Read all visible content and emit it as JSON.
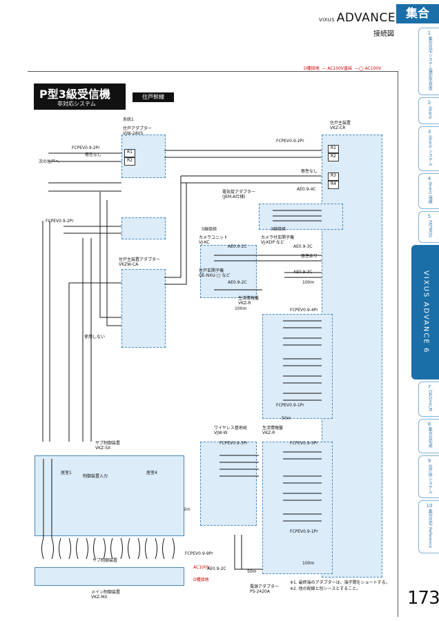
{
  "header": {
    "brand_prefix": "VIXUS",
    "brand": "ADVANCE",
    "section": "集合",
    "subtitle": "接続図",
    "page_number": "173"
  },
  "sidebar": {
    "tabs": [
      {
        "num": "1",
        "label": "集合住宅システム選定早見表"
      },
      {
        "num": "2",
        "label": "dearis"
      },
      {
        "num": "3",
        "label": "dearis システム"
      },
      {
        "num": "4",
        "label": "dearis 保護"
      },
      {
        "num": "5",
        "label": "PATMOG"
      },
      {
        "num": "6",
        "label": "VIXUS ADVANCE",
        "active": true
      },
      {
        "num": "7",
        "label": "DAiSHeLM"
      },
      {
        "num": "8",
        "label": "集合住宅用"
      },
      {
        "num": "9",
        "label": "住戸用システム"
      },
      {
        "num": "10",
        "label": "集合住宅 Reference"
      }
    ]
  },
  "legend": {
    "ground": "D種接地",
    "ac100_dc": "AC100V直結",
    "ac100": "AC100V"
  },
  "diagram": {
    "title": "P型3級受信機",
    "subtitle": "非対応システム",
    "line_type": "住戸幹線",
    "system1": "系統1",
    "adapter_vjw": "住戸アダプター\nVJW-2AVS",
    "main_unit": "住戸主装置\nVKZ-CR",
    "main_adapter": "住戸主装置アダプター\nVKZW-CA",
    "sub_control": "サブ制御装置\nVKZ-SX",
    "sub_control2": "サブ制御装置",
    "main_control": "メイン制御装置\nVKZ-MX",
    "wireless": "ワイヤレス基地局\nVJW-W",
    "info_panel1": "生活情報盤\nVKZ-R",
    "info_panel2": "生活情報盤\nVKZ-R",
    "camera_unit": "カメラユニット\nVJ-KC",
    "camera_door": "カメラ付玄関子機\nVJ-KDP など",
    "door_unit": "住戸玄関子機\nQE-NXU-□ など",
    "elec_adapter": "電気錠アダプター\n(JEM-A仕様)",
    "power_adapter": "電源アダプター\nPS-2420A",
    "cable_fcpev_2pr": "FCPEV0.9-2Pr",
    "cable_fcpev_4pr": "FCPEV0.9-4Pr",
    "cable_fcpev_3pr": "FCPEV0.9-3Pr",
    "cable_fcpev_1pr": "FCPEV0.9-1Pr",
    "cable_fcpev_9pr": "FCPEV0.9-9Pr",
    "cable_ae_2c": "AE0.9-2C",
    "cable_ae_3c": "AE0.9-3C",
    "cable_ae_4c": "AE0.9-4C",
    "nopolarity": "極性なし",
    "polarity": "極性あり",
    "len_100": "100m",
    "len_50": "50m",
    "len_2": "2m",
    "five_wire": "5線接続",
    "three_wire": "3線接続",
    "next_unit": "次の住戸へ",
    "unused": "使用しない",
    "room1": "居室1",
    "room4": "居室4",
    "control_input": "制御装置入力",
    "ac100v": "AC100V",
    "d_ground": "D種接地",
    "notes": [
      "※1. 最終端のアダプターは、端子間をショートする。",
      "※2. 他の配線と別シースとすること。"
    ]
  }
}
